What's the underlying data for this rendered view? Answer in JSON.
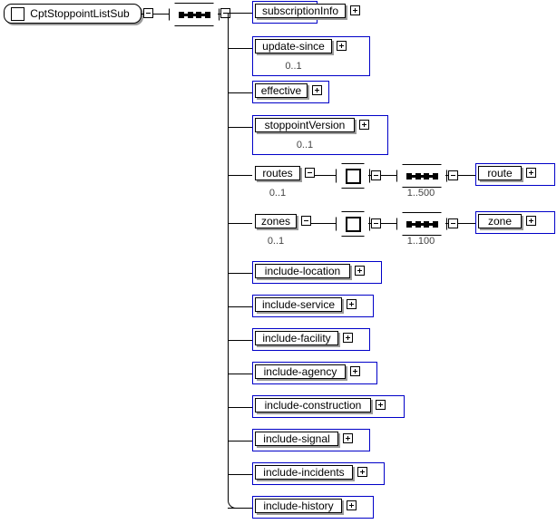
{
  "diagram": {
    "type": "xml-schema-tree",
    "root": {
      "name": "CptStoppointListSub",
      "icon": "element-icon",
      "toggle": "minus-icon"
    },
    "root_compositor": {
      "kind": "sequence",
      "icon": "sequence-icon",
      "toggle": "minus-icon"
    },
    "children": [
      {
        "name": "subscriptionInfo",
        "cardinality": "",
        "toggle": "plus-icon",
        "box": "blue"
      },
      {
        "name": "update-since",
        "cardinality": "0..1",
        "toggle": "plus-icon",
        "box": "blue"
      },
      {
        "name": "effective",
        "cardinality": "",
        "toggle": "plus-icon",
        "box": "blue"
      },
      {
        "name": "stoppointVersion",
        "cardinality": "0..1",
        "toggle": "plus-icon",
        "box": "blue"
      },
      {
        "name": "routes",
        "cardinality": "0..1",
        "toggle": "minus-icon",
        "box": "plain"
      },
      {
        "name": "zones",
        "cardinality": "0..1",
        "toggle": "minus-icon",
        "box": "plain"
      },
      {
        "name": "include-location",
        "cardinality": "",
        "toggle": "plus-icon",
        "box": "blue"
      },
      {
        "name": "include-service",
        "cardinality": "",
        "toggle": "plus-icon",
        "box": "blue"
      },
      {
        "name": "include-facility",
        "cardinality": "",
        "toggle": "plus-icon",
        "box": "blue"
      },
      {
        "name": "include-agency",
        "cardinality": "",
        "toggle": "plus-icon",
        "box": "blue"
      },
      {
        "name": "include-construction",
        "cardinality": "",
        "toggle": "plus-icon",
        "box": "blue"
      },
      {
        "name": "include-signal",
        "cardinality": "",
        "toggle": "plus-icon",
        "box": "blue"
      },
      {
        "name": "include-incidents",
        "cardinality": "",
        "toggle": "plus-icon",
        "box": "blue"
      },
      {
        "name": "include-history",
        "cardinality": "",
        "toggle": "plus-icon",
        "box": "blue"
      }
    ],
    "branches": [
      {
        "parent": "routes",
        "compositor_all": {
          "kind": "all",
          "icon": "all-icon",
          "toggle": "minus-icon"
        },
        "compositor_seq": {
          "kind": "sequence",
          "icon": "sequence-icon",
          "toggle": "minus-icon",
          "cardinality": "1..500"
        },
        "leaf": {
          "name": "route",
          "toggle": "plus-icon",
          "box": "blue"
        }
      },
      {
        "parent": "zones",
        "compositor_all": {
          "kind": "all",
          "icon": "all-icon",
          "toggle": "minus-icon"
        },
        "compositor_seq": {
          "kind": "sequence",
          "icon": "sequence-icon",
          "toggle": "minus-icon",
          "cardinality": "1..100"
        },
        "leaf": {
          "name": "zone",
          "toggle": "plus-icon",
          "box": "blue"
        }
      }
    ],
    "colors": {
      "container_border": "#0000c8",
      "node_border": "#000000",
      "shadow": "#9a9a9a",
      "cardinality_text": "#444444",
      "background": "#ffffff"
    }
  }
}
